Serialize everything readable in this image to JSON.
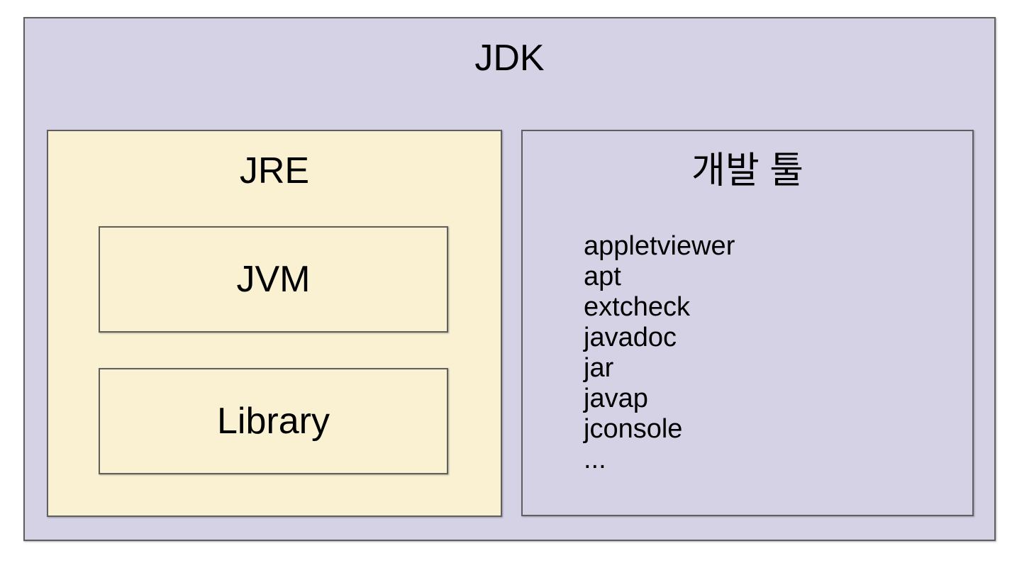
{
  "diagram": {
    "jdk_title": "JDK",
    "jre": {
      "title": "JRE",
      "jvm_label": "JVM",
      "library_label": "Library"
    },
    "devtools": {
      "title": "개발 툴",
      "tools": [
        "appletviewer",
        "apt",
        "extcheck",
        "javadoc",
        "jar",
        "javap",
        "jconsole",
        "..."
      ]
    },
    "colors": {
      "page_background": "#ffffff",
      "outer_fill": "#d5d2e6",
      "jre_fill": "#faf1d2",
      "border": "#5f5f5f",
      "text": "#000000"
    }
  }
}
